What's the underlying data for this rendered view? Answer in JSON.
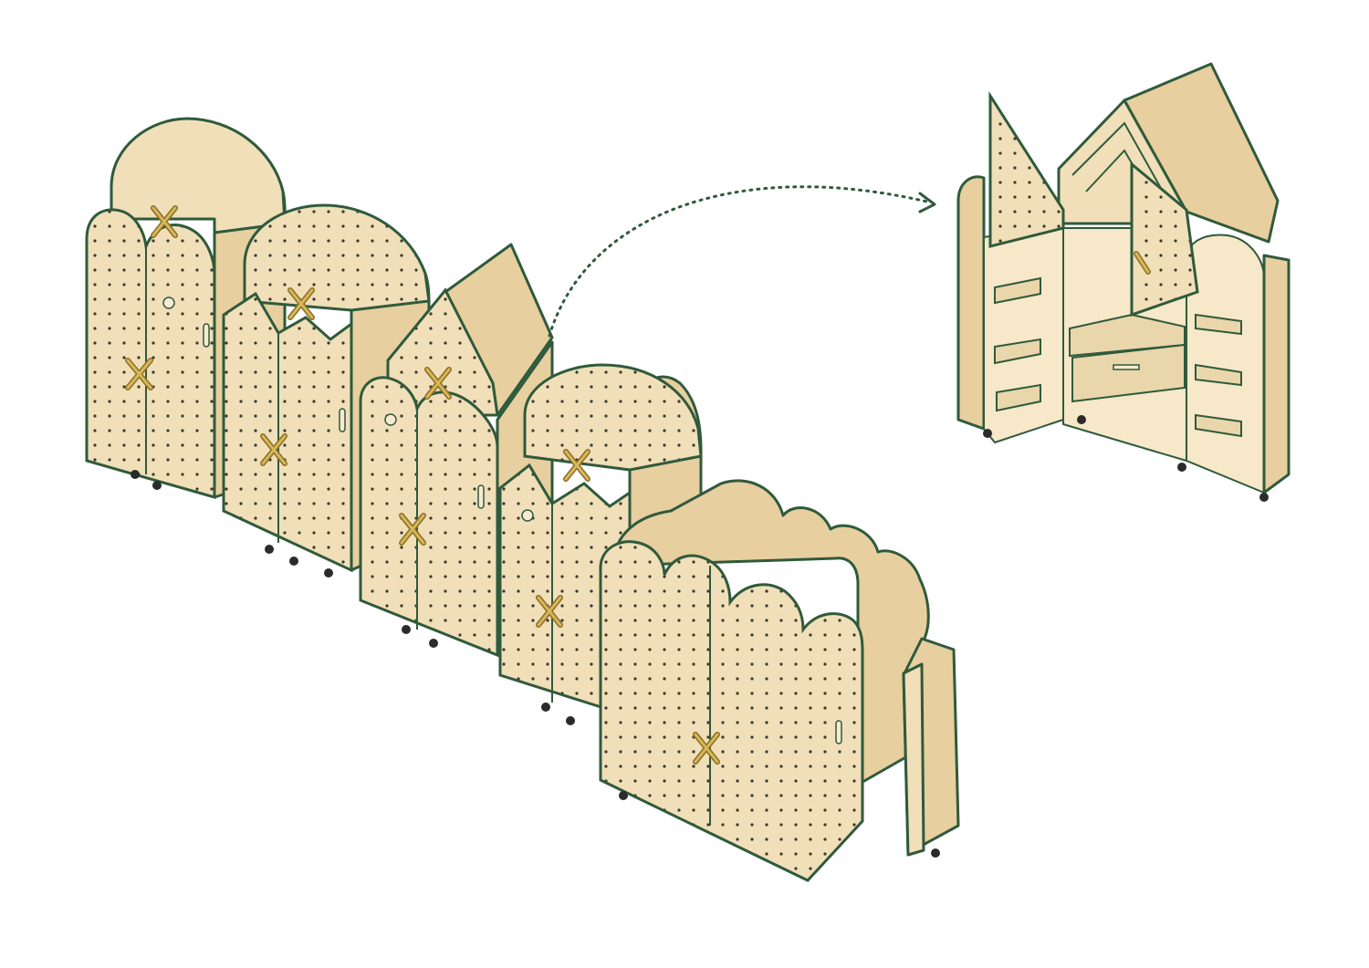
{
  "figure": {
    "description_visible_text": "",
    "colors": {
      "plywood": "#f1dfb9",
      "plywood_shade": "#e7cf9f",
      "outline": "#2f5a3c",
      "handle": "#d8b75a",
      "caster": "#2b2b2b",
      "arrow": "#2f5a3c"
    },
    "closed_units": [
      {
        "id": "unit-1",
        "top": "round-arch"
      },
      {
        "id": "unit-2",
        "top": "round-arch-with-gable-doors"
      },
      {
        "id": "unit-3",
        "top": "gable-roof-with-arch-doors"
      },
      {
        "id": "unit-4",
        "top": "round-arch-with-gable-doors"
      },
      {
        "id": "unit-5",
        "top": "triple-wave"
      }
    ],
    "open_unit": {
      "id": "unit-open",
      "top": "gable-roof",
      "doors": "open"
    },
    "arrow": {
      "style": "dotted",
      "direction": "to-open-unit"
    }
  }
}
